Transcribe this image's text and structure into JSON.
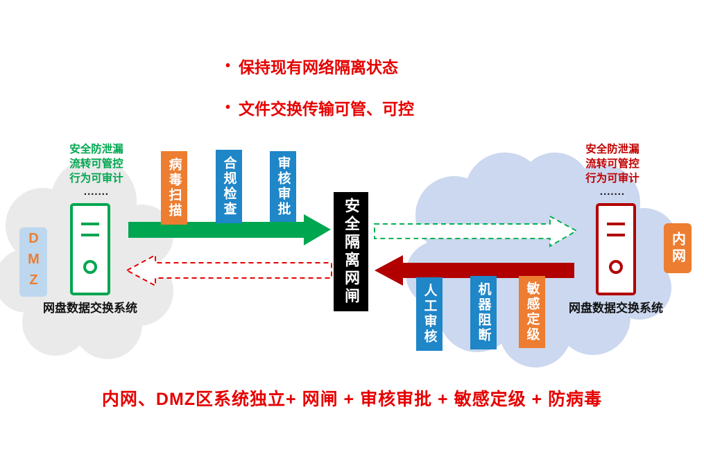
{
  "title_bullets": {
    "bullet": "•",
    "items": [
      "保持现有网络隔离状态",
      "文件交换传输可管、可控"
    ]
  },
  "dmz_zone": {
    "zone_badge": "DMZ",
    "server_caption_lines": [
      "安全防泄漏",
      "流转可管控",
      "行为可审计"
    ],
    "dots": ".......",
    "system_name": "网盘数据交换系统"
  },
  "intranet_zone": {
    "zone_badge": "内网",
    "server_caption_lines": [
      "安全防泄漏",
      "流转可管控",
      "行为可审计"
    ],
    "dots": ".......",
    "system_name": "网盘数据交换系统"
  },
  "gateway": {
    "label": "安全隔离网闸"
  },
  "outbound_checks": [
    "病毒扫描",
    "合规检查",
    "审核审批"
  ],
  "inbound_checks": [
    "人工审核",
    "机器阻断",
    "敏感定级"
  ],
  "bottom_formula": "内网、DMZ区系统独立+ 网闸 + 审核审批 + 敏感定级 + 防病毒",
  "colors": {
    "red_text": "#E60000",
    "green_arrow": "#00A650",
    "green_dashed": "#00B050",
    "dark_red_arrow": "#B20000",
    "red_dashed": "#E60000",
    "orange_bar": "#ED7D31",
    "blue_bar": "#1F86C8",
    "dmz_badge_bg": "#BDD7EE",
    "dmz_badge_text": "#ED7D31",
    "intranet_badge_bg": "#ED7D31",
    "gateway_bg": "#000000",
    "left_cloud": "#EAEAEA",
    "right_cloud": "#CBD8EF",
    "left_caption_text": "#00A650",
    "right_caption_text": "#C00000"
  }
}
